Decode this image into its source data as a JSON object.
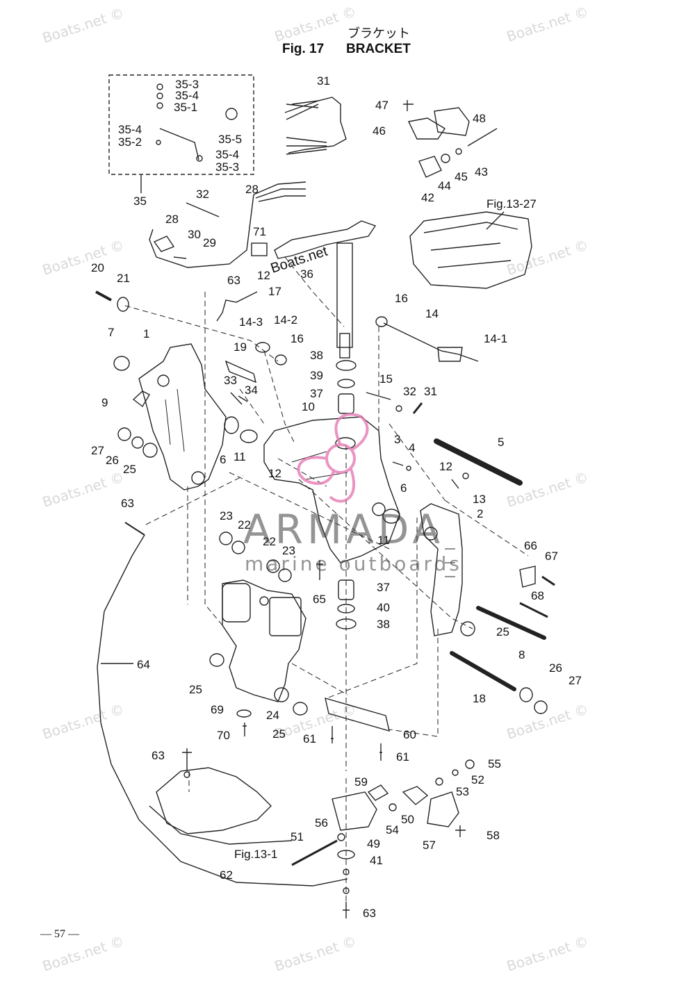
{
  "header": {
    "title_jp": "ブラケット",
    "fig_label": "Fig. 17",
    "title_en": "BRACKET"
  },
  "watermark": {
    "text": "Boats.net ©",
    "brand_main": "ARMADA",
    "brand_sub": "marine outboards",
    "brand_color": "#e57ab4"
  },
  "page_number": "— 57 —",
  "references": {
    "fig13_27": "Fig.13-27",
    "fig13_1": "Fig.13-1"
  },
  "part_labels": [
    "35-3",
    "35-4",
    "35-1",
    "35-4",
    "35-2",
    "35-5",
    "35-4",
    "35-3",
    "35",
    "31",
    "47",
    "48",
    "46",
    "43",
    "45",
    "44",
    "42",
    "32",
    "28",
    "28",
    "71",
    "30",
    "29",
    "Boats.net",
    "36",
    "20",
    "21",
    "63",
    "12",
    "17",
    "14-3",
    "14-2",
    "16",
    "16",
    "14",
    "14-1",
    "7",
    "1",
    "19",
    "38",
    "39",
    "37",
    "15",
    "32",
    "31",
    "33",
    "34",
    "10",
    "9",
    "5",
    "3",
    "4",
    "27",
    "26",
    "25",
    "6",
    "11",
    "12",
    "12",
    "13",
    "6",
    "2",
    "63",
    "23",
    "22",
    "22",
    "23",
    "11",
    "66",
    "67",
    "65",
    "37",
    "40",
    "68",
    "38",
    "25",
    "8",
    "64",
    "26",
    "27",
    "25",
    "18",
    "69",
    "24",
    "70",
    "25",
    "61",
    "60",
    "61",
    "63",
    "55",
    "52",
    "59",
    "53",
    "56",
    "54",
    "50",
    "58",
    "51",
    "49",
    "57",
    "41",
    "62",
    "63"
  ]
}
